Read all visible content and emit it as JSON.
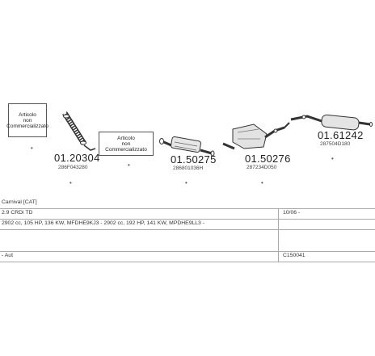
{
  "labels": {
    "box1": "Articolo\nnon\nCommercializzato",
    "box2": "Articolo\nnon\nCommercializzato"
  },
  "parts": [
    {
      "code": "01.20304",
      "oem": "286F043280"
    },
    {
      "code": "01.50275",
      "oem": "286801036H"
    },
    {
      "code": "01.50276",
      "oem": "287234D050"
    },
    {
      "code": "01.61242",
      "oem": "287504D180"
    }
  ],
  "table": {
    "row1": {
      "model": "Carnival  [CAT]"
    },
    "row2": {
      "engine": "2.9 CRDi TD",
      "date": "10/06 -"
    },
    "row3": {
      "spec": "2902 cc, 105 HP, 136 KW, MFDHE9KJ3 - 2902 cc, 192 HP, 141 KW, MPDHE9LL3 -"
    },
    "row4": {
      "trans": "- Aut",
      "ref": "C150041"
    }
  }
}
